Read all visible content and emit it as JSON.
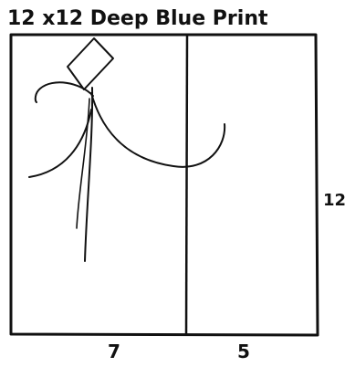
{
  "diagram": {
    "title": "12 x12 Deep Blue Print",
    "dimensions": {
      "height_label": "12",
      "left_width_label": "7",
      "right_width_label": "5"
    },
    "colors": {
      "ink": "#111111",
      "paper": "#ffffff"
    }
  }
}
